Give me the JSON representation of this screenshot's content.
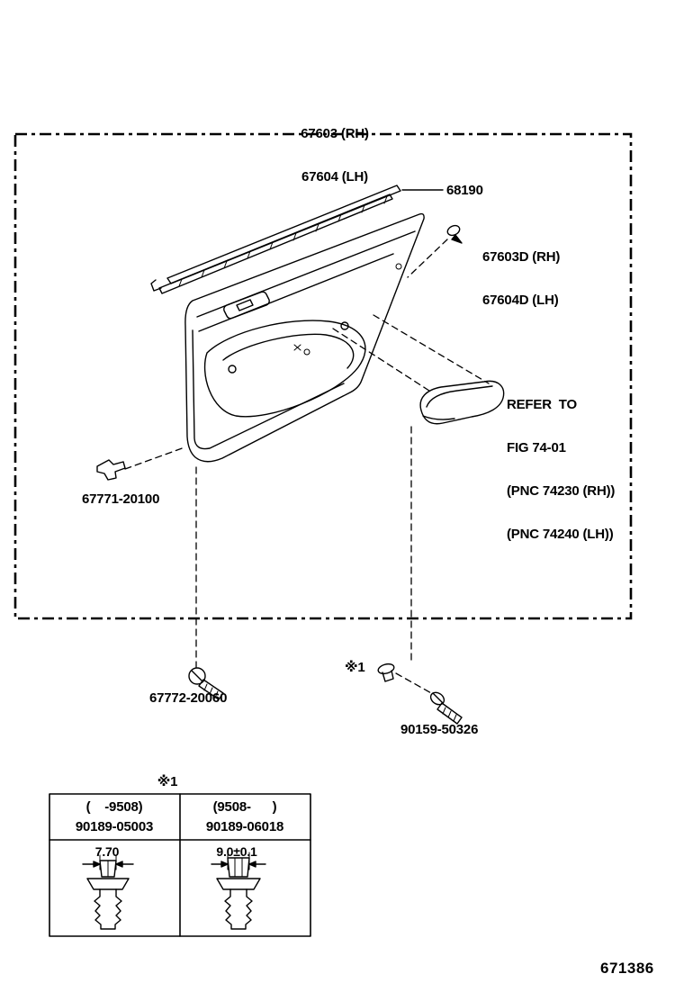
{
  "page": {
    "figure_number": "671386"
  },
  "colors": {
    "line": "#000000",
    "background": "#ffffff"
  },
  "callouts": {
    "main_part": {
      "line1": "67603 (RH)",
      "line2": "67604 (LH)"
    },
    "weatherstrip": "68190",
    "clip_d": {
      "line1": "67603D (RH)",
      "line2": "67604D (LH)"
    },
    "refer_note": {
      "line1": "REFER  TO",
      "line2": "FIG 74-01",
      "line3": "(PNC 74230 (RH))",
      "line4": "(PNC 74240 (LH))"
    },
    "clip_left": "67771-20100",
    "screw_left": "67772-20060",
    "star_marker": "※1",
    "screw_right": "90159-50326"
  },
  "table": {
    "title": "※1",
    "columns": [
      {
        "range": "(    -9508)",
        "part_number": "90189-05003",
        "dimension": "7.70"
      },
      {
        "range": "(9508-      )",
        "part_number": "90189-06018",
        "dimension": "9.0±0.1"
      }
    ]
  }
}
